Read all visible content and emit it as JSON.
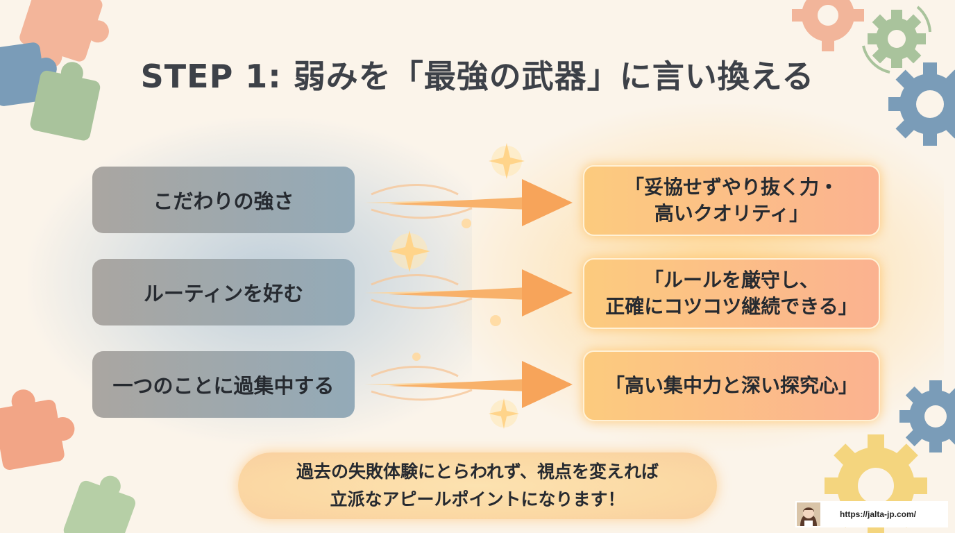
{
  "title": "STEP 1: 弱みを「最強の武器」に言い換える",
  "rows": [
    {
      "weakness": "こだわりの強さ",
      "strength": "「妥協せずやり抜く力・\n高いクオリティ」"
    },
    {
      "weakness": "ルーティンを好む",
      "strength": "「ルールを厳守し、\n正確にコツコツ継続できる」"
    },
    {
      "weakness": "一つのことに過集中する",
      "strength": "「高い集中力と深い探究心」"
    }
  ],
  "message": "過去の失敗体験にとらわれず、視点を変えれば\n立派なアピールポイントになります！",
  "credit": {
    "url": "https://jalta-jp.com/"
  },
  "colors": {
    "background": "#fbf4ea",
    "weak_box": "#9fa9b0",
    "strong_box": "#fcc080",
    "arrow": "#f7a45a",
    "title_text": "#3d4148"
  },
  "icons": [
    "puzzle-piece-icon",
    "gear-icon",
    "sparkle-icon",
    "arrow-right-icon"
  ]
}
